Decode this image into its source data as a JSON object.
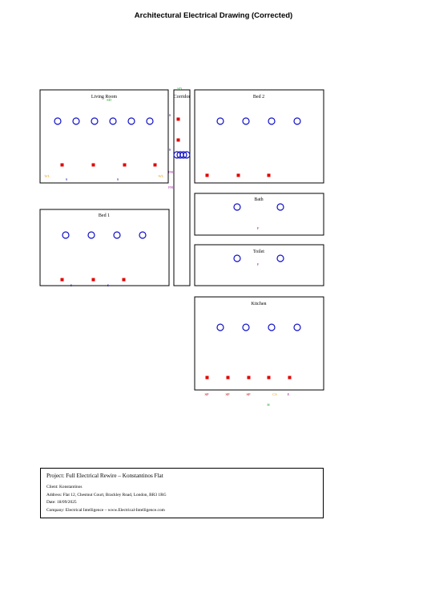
{
  "title": "Architectural Electrical Drawing (Corrected)",
  "colors": {
    "light_outline": "#1010c8",
    "socket": "#e00000",
    "switch_text": "#1a1ab4",
    "wall_light_text": "#e8a020",
    "smoke_detector_text": "#22a022",
    "fan_text": "#9b1fa0",
    "special_text": "#c01010"
  },
  "symbols": {
    "light": "circle-outline",
    "socket": "red-square"
  },
  "rooms": {
    "living_room": "Living Room",
    "corridor": "Corridor",
    "bed2": "Bed 2",
    "bath": "Bath",
    "bed1": "Bed 1",
    "toilet": "Toilet",
    "kitchen": "Kitchen"
  },
  "labels": {
    "sd": "SD",
    "wl": "WL",
    "s": "S",
    "f": "F",
    "fh": "FH",
    "sp": "SP",
    "cs": "CS",
    "e": "E",
    "h": "H"
  },
  "title_block": {
    "project": "Project: Full Electrical Rewire – Konstantinos Flat",
    "client": "Client: Konstantinos",
    "address": "Address: Flat 12, Chestnut Court, Brackley Road, London, BR3 1RG",
    "date": "Date: 18/09/2025",
    "company": "Company: Electrical Intelligence – www.Electrical-Intelligence.com"
  }
}
